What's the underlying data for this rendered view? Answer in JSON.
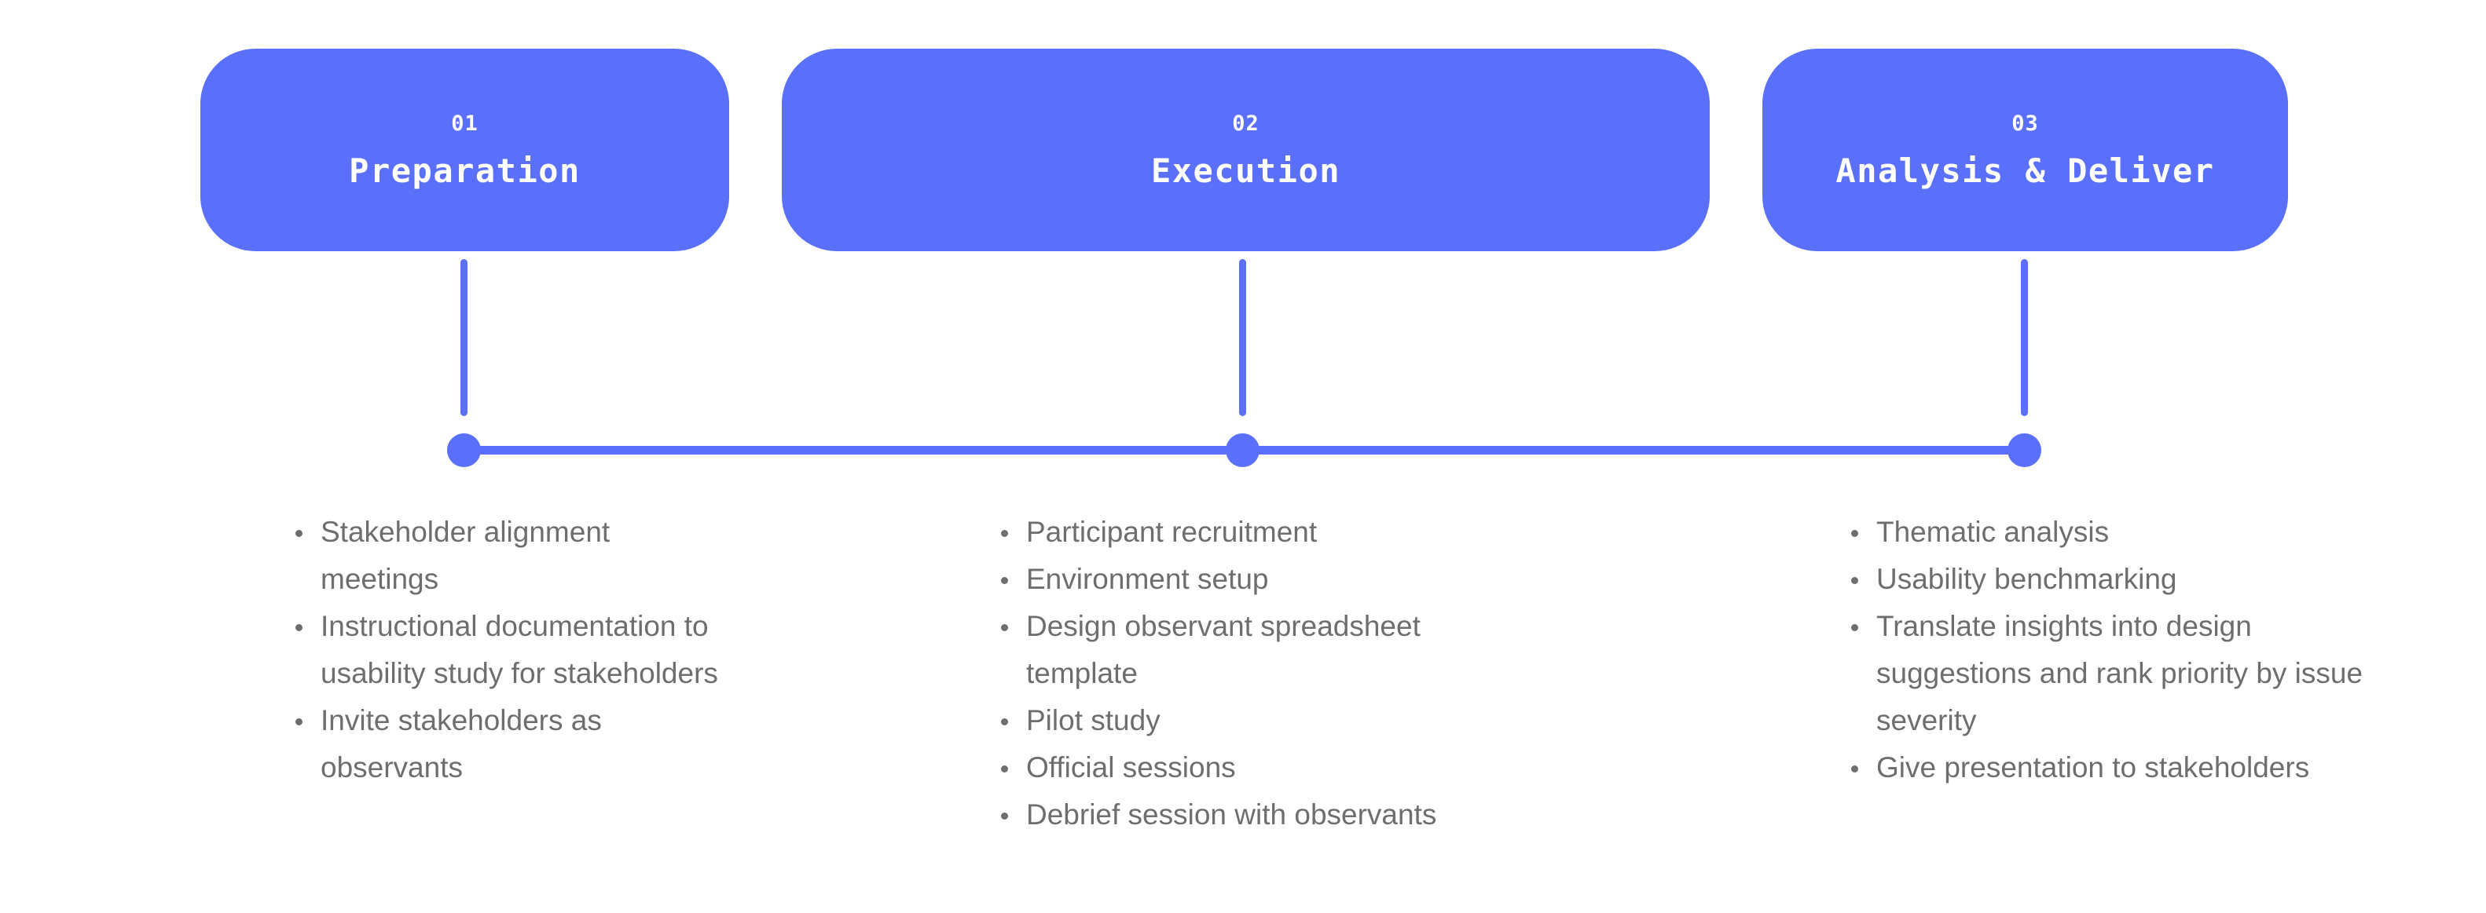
{
  "theme": {
    "accent_color": "#5b70fa",
    "text_color": "#6e6e6e",
    "card_text_color": "#ffffff",
    "background_color": "#ffffff"
  },
  "phases": [
    {
      "number": "01",
      "title": "Preparation",
      "tasks": [
        "Stakeholder alignment meetings",
        "Instructional documentation to usability study for stakeholders",
        "Invite stakeholders as observants"
      ]
    },
    {
      "number": "02",
      "title": "Execution",
      "tasks": [
        "Participant recruitment",
        "Environment setup",
        "Design observant spreadsheet template",
        "Pilot study",
        "Official sessions",
        "Debrief session with observants"
      ]
    },
    {
      "number": "03",
      "title": "Analysis & Deliver",
      "tasks": [
        "Thematic analysis",
        "Usability benchmarking",
        "Translate insights into design suggestions and rank priority by issue severity",
        "Give presentation to stakeholders"
      ]
    }
  ]
}
